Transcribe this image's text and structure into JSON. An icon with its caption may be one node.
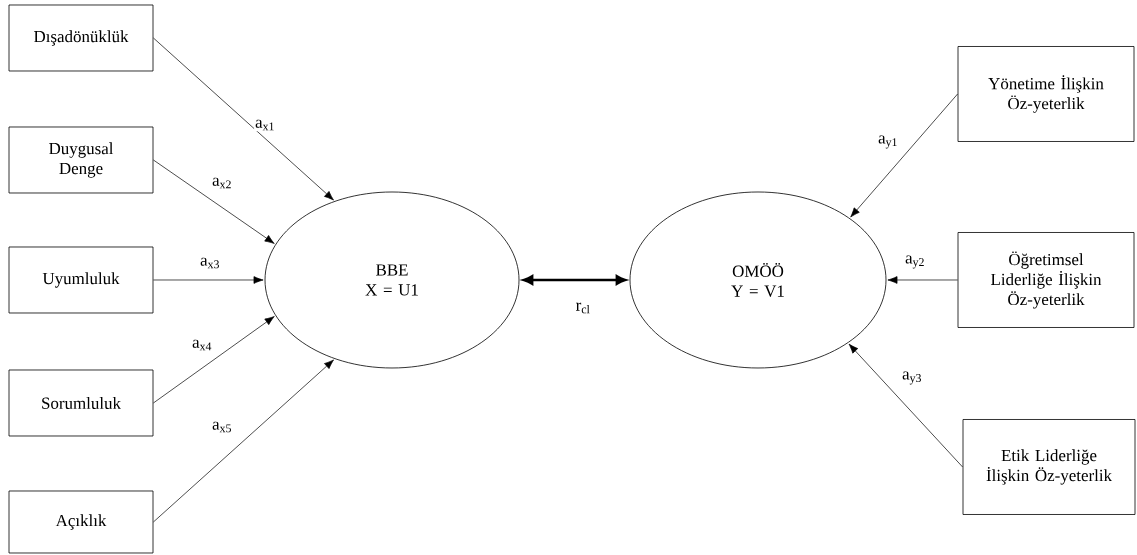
{
  "diagram": {
    "nodes": [
      {
        "text": [
          "Dışadönüklük"
        ]
      },
      {
        "text": [
          "Duygusal Denge"
        ]
      },
      {
        "text": [
          "Uyumluluk"
        ]
      },
      {
        "text": [
          "Sorumluluk"
        ]
      },
      {
        "text": [
          "Açıklık"
        ]
      },
      {
        "text": [
          "BBE",
          "X = U1"
        ]
      },
      {
        "text": [
          "OMÖÖ",
          "Y = V1"
        ]
      },
      {
        "text": [
          "Yönetime İlişkin Öz-yeterlik"
        ]
      },
      {
        "text": [
          "Öğretimsel Liderliğe İlişkin Öz-yeterlik"
        ]
      },
      {
        "text": [
          "Etik Liderliğe İlişkin Öz-yeterlik"
        ]
      }
    ],
    "edges": [
      {
        "from": 0,
        "to": 5,
        "arrow": "to",
        "label": "a$_{x1}$"
      },
      {
        "from": 1,
        "to": 5,
        "arrow": "to",
        "label": "a$_{x2}$"
      },
      {
        "from": 2,
        "to": 5,
        "arrow": "to",
        "label": "a$_{x3}$"
      },
      {
        "from": 3,
        "to": 5,
        "arrow": "to",
        "label": "a$_{x4}$"
      },
      {
        "from": 4,
        "to": 5,
        "arrow": "to",
        "label": "a$_{x5}$"
      },
      {
        "from": 5,
        "to": 6,
        "arrow": "both",
        "label": "r$_{cl}$",
        "style": "thick"
      },
      {
        "from": 7,
        "to": 6,
        "arrow": "to",
        "label": "a$_{y1}$"
      },
      {
        "from": 8,
        "to": 6,
        "arrow": "to",
        "label": "a$_{y2}$"
      },
      {
        "from": 9,
        "to": 6,
        "arrow": "to",
        "label": "a$_{y3}$"
      }
    ]
  }
}
